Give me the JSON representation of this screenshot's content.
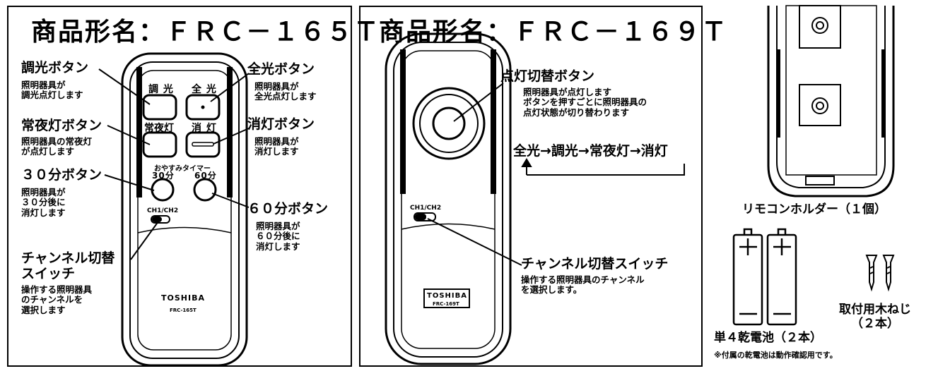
{
  "panel1": {
    "title": "商品形名：ＦＲＣ－１６５Ｔ",
    "dimmer": {
      "name": "調光ボタン",
      "desc": "照明器具が\n調光点灯します",
      "key": "調 光"
    },
    "full": {
      "name": "全光ボタン",
      "desc": "照明器具が\n全光点灯します",
      "key": "全 光"
    },
    "night": {
      "name": "常夜灯ボタン",
      "desc": "照明器具の常夜灯\nが点灯します",
      "key": "常夜灯"
    },
    "off": {
      "name": "消灯ボタン",
      "desc": "照明器具が\n消灯します",
      "key": "消 灯"
    },
    "sleep_timer": "おやすみタイマー",
    "min30": {
      "name": "３０分ボタン",
      "desc": "照明器具が\n３０分後に\n消灯します",
      "key": "30分"
    },
    "min60": {
      "name": "６０分ボタン",
      "desc": "照明器具が\n６０分後に\n消灯します",
      "key": "60分"
    },
    "ch_label": "CH1/CH2",
    "channel": {
      "name": "チャンネル切替\nスイッチ",
      "desc": "操作する照明器具\nのチャンネルを\n選択します"
    },
    "brand": "TOSHIBA",
    "model": "FRC-165T"
  },
  "panel2": {
    "title": "商品形名：ＦＲＣ－１６９Ｔ",
    "toggle": {
      "name": "点灯切替ボタン",
      "desc": "照明器具が点灯します\nボタンを押すごとに照明器具の\n点灯状態が切り替わります"
    },
    "cycle": "全光→調光→常夜灯→消灯",
    "ch_label": "CH1/CH2",
    "channel": {
      "name": "チャンネル切替スイッチ",
      "desc": "操作する照明器具のチャンネル\nを選択します。"
    },
    "brand": "TOSHIBA",
    "model": "FRC-169T"
  },
  "panel3": {
    "holder_label": "リモコンホルダー（１個）",
    "battery_label": "単４乾電池（２本）",
    "battery_note": "※付属の乾電池は動作確認用です。",
    "screws_label": "取付用木ねじ\n（２本）",
    "plus": "+",
    "minus": "−"
  }
}
